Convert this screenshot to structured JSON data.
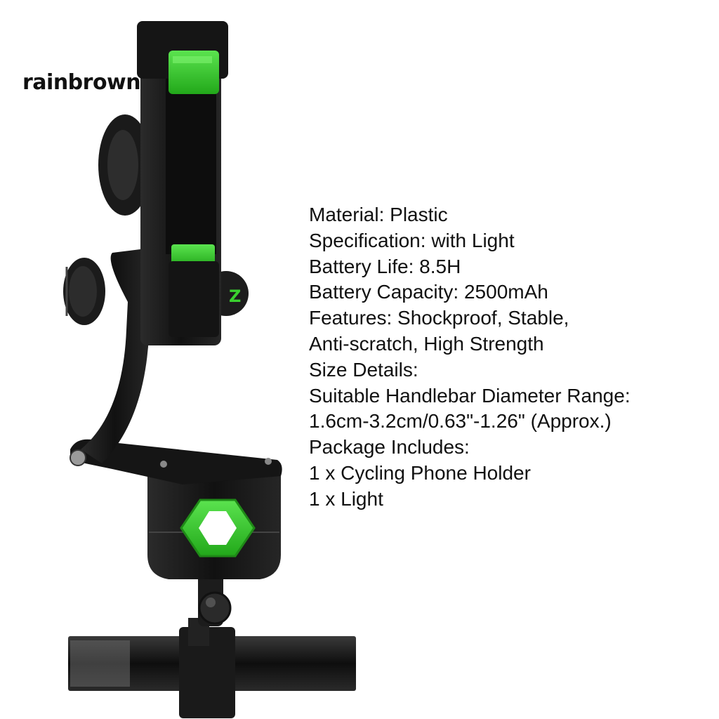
{
  "brand": {
    "logo_text": "rainbrown"
  },
  "product_image": {
    "description_icon": "bike-phone-holder-illustration"
  },
  "specs": [
    "Material: Plastic",
    "Specification: with Light",
    "Battery Life: 8.5H",
    "Battery Capacity: 2500mAh",
    "Features: Shockproof, Stable,",
    "Anti-scratch, High Strength",
    "Size Details:",
    "Suitable Handlebar Diameter Range:",
    "1.6cm-3.2cm/0.63\"-1.26\" (Approx.)",
    "Package Includes:",
    "1 x Cycling Phone Holder",
    "1 x Light"
  ],
  "colors": {
    "accent_green": "#3ad12f",
    "body_black": "#141414",
    "text": "#111111"
  }
}
